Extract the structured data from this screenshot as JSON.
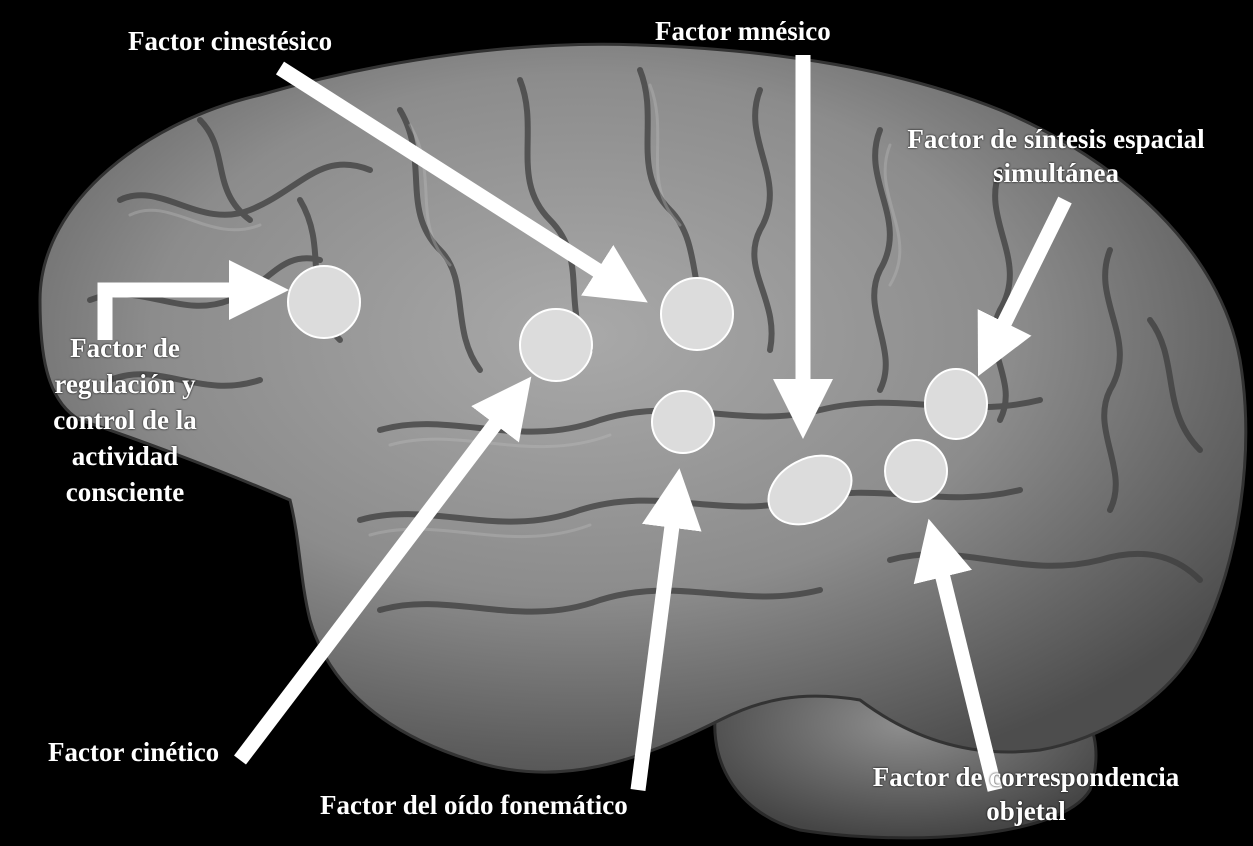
{
  "labels": {
    "cinestesico": "Factor cinestésico",
    "mnesico": "Factor mnésico",
    "sintesis_line1": "Factor de síntesis espacial",
    "sintesis_line2": "simultánea",
    "regulacion_line1": "Factor de",
    "regulacion_line2": "regulación y",
    "regulacion_line3": "control de la",
    "regulacion_line4": "actividad",
    "regulacion_line5": "consciente",
    "cinetico": "Factor cinético",
    "oido": "Factor del oído fonemático",
    "correspondencia_line1": "Factor de correspondencia",
    "correspondencia_line2": "objetal"
  },
  "colors": {
    "background": "#000000",
    "brain": "#8a8a8a",
    "marker_fill": "#dcdcdc",
    "arrow": "#ffffff",
    "text": "#ffffff"
  }
}
